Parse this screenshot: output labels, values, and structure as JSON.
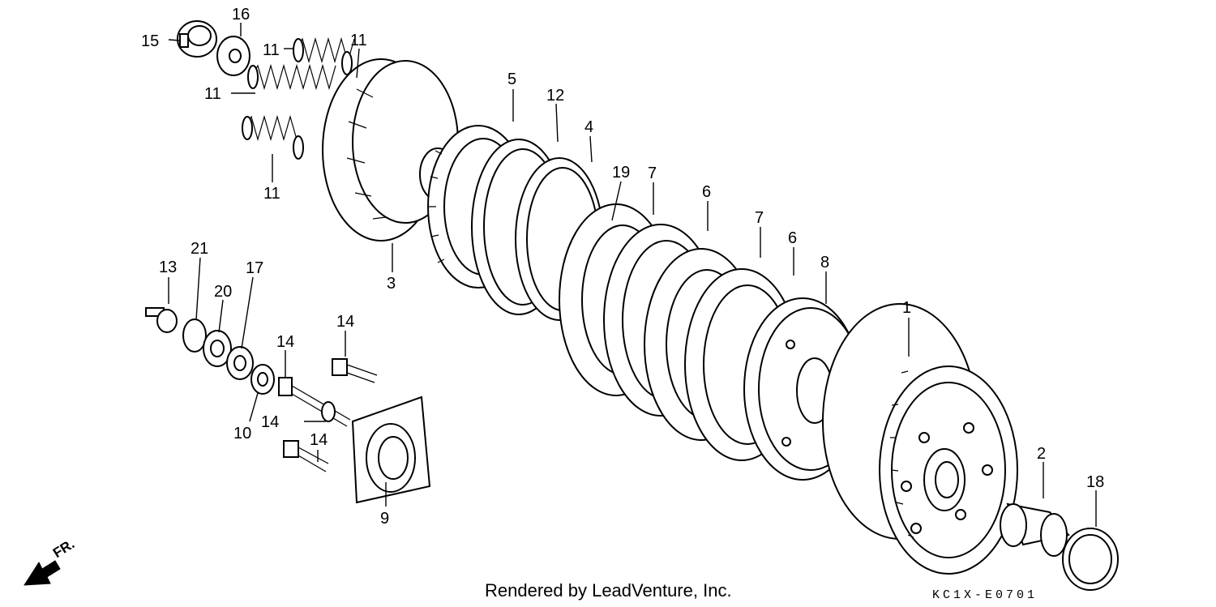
{
  "callouts": [
    {
      "id": "c1",
      "text": "1"
    },
    {
      "id": "c2",
      "text": "2"
    },
    {
      "id": "c3",
      "text": "3"
    },
    {
      "id": "c4",
      "text": "4"
    },
    {
      "id": "c5",
      "text": "5"
    },
    {
      "id": "c6a",
      "text": "6"
    },
    {
      "id": "c6b",
      "text": "6"
    },
    {
      "id": "c7a",
      "text": "7"
    },
    {
      "id": "c7b",
      "text": "7"
    },
    {
      "id": "c8",
      "text": "8"
    },
    {
      "id": "c9",
      "text": "9"
    },
    {
      "id": "c10",
      "text": "10"
    },
    {
      "id": "c11a",
      "text": "11"
    },
    {
      "id": "c11b",
      "text": "11"
    },
    {
      "id": "c11c",
      "text": "11"
    },
    {
      "id": "c11d",
      "text": "11"
    },
    {
      "id": "c12",
      "text": "12"
    },
    {
      "id": "c13",
      "text": "13"
    },
    {
      "id": "c14a",
      "text": "14"
    },
    {
      "id": "c14b",
      "text": "14"
    },
    {
      "id": "c14c",
      "text": "14"
    },
    {
      "id": "c14d",
      "text": "14"
    },
    {
      "id": "c15",
      "text": "15"
    },
    {
      "id": "c16",
      "text": "16"
    },
    {
      "id": "c17",
      "text": "17"
    },
    {
      "id": "c18",
      "text": "18"
    },
    {
      "id": "c19",
      "text": "19"
    },
    {
      "id": "c20",
      "text": "20"
    },
    {
      "id": "c21",
      "text": "21"
    }
  ],
  "credit": "Rendered by LeadVenture, Inc.",
  "diagram_code": "KC1X-E0701",
  "direction_label": "FR."
}
